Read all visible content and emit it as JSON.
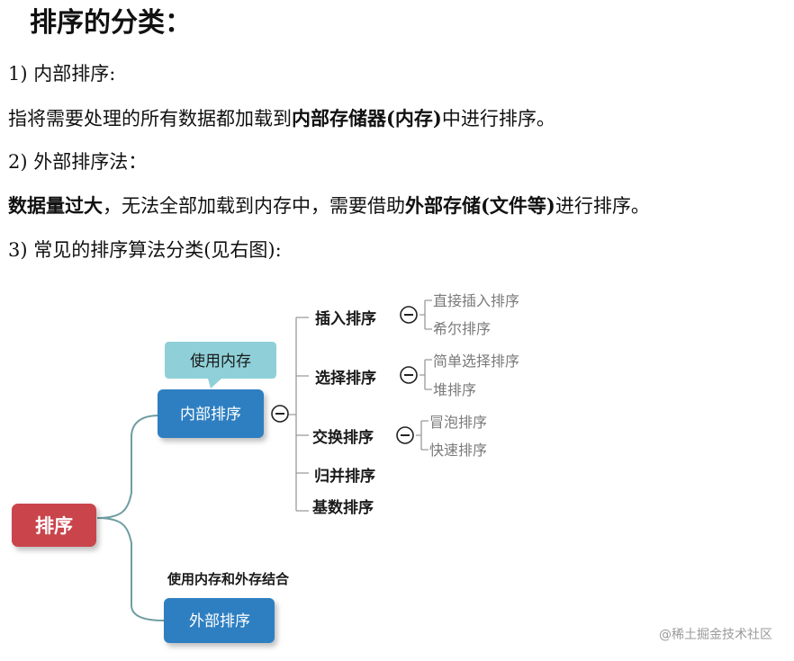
{
  "heading": "排序的分类：",
  "items": [
    {
      "label": "1) 内部排序:"
    },
    {
      "parts": [
        {
          "text": "指将需要处理的所有数据都加载到",
          "bold": false
        },
        {
          "text": "内部存储器(内存)",
          "bold": true
        },
        {
          "text": "中进行排序。",
          "bold": false
        }
      ]
    },
    {
      "label": "2) 外部排序法："
    },
    {
      "parts": [
        {
          "text": "数据量过大",
          "bold": true
        },
        {
          "text": "，无法全部加载到内存中，需要借助",
          "bold": false
        },
        {
          "text": "外部存储(文件等)",
          "bold": true
        },
        {
          "text": "进行排序。",
          "bold": false
        }
      ]
    },
    {
      "label": "3) 常见的排序算法分类(见右图):"
    }
  ],
  "mindmap": {
    "root": "排序",
    "internal": {
      "label": "内部排序",
      "callout": "使用内存"
    },
    "external": {
      "label": "外部排序",
      "note": "使用内存和外存结合"
    },
    "categories": [
      {
        "label": "插入排序",
        "children": [
          "直接插入排序",
          "希尔排序"
        ]
      },
      {
        "label": "选择排序",
        "children": [
          "简单选择排序",
          "堆排序"
        ]
      },
      {
        "label": "交换排序",
        "children": [
          "冒泡排序",
          "快速排序"
        ]
      },
      {
        "label": "归并排序",
        "children": []
      },
      {
        "label": "基数排序",
        "children": []
      }
    ],
    "colors": {
      "root": "#c9444b",
      "box": "#2f7fc1",
      "callout": "#8fd0d8",
      "line": "#6f9da0"
    }
  },
  "watermark": "@稀土掘金技术社区"
}
